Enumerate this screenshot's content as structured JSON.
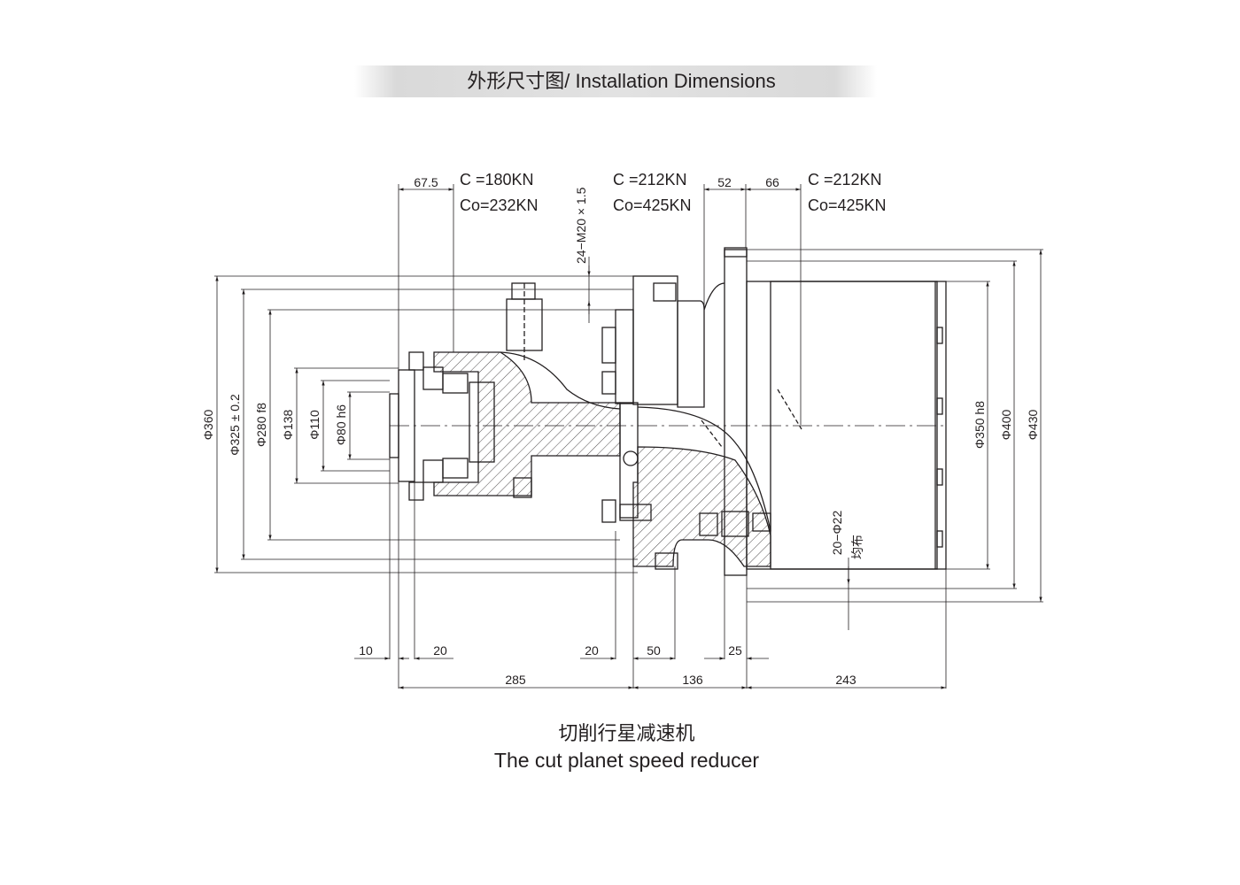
{
  "header": {
    "title": "外形尺寸图/ Installation Dimensions"
  },
  "caption": {
    "cn": "切削行星减速机",
    "en": "The cut planet speed reducer"
  },
  "specs": [
    {
      "c": "C  =180KN",
      "co": "Co=232KN"
    },
    {
      "c": "C  =212KN",
      "co": "Co=425KN"
    },
    {
      "c": "C  =212KN",
      "co": "Co=425KN"
    }
  ],
  "dims_top": {
    "d675": "67.5",
    "d52": "52",
    "d66": "66",
    "thread": "24−M20 × 1.5"
  },
  "dims_left": {
    "d360": "Φ360",
    "d325": "Φ325 ± 0.2",
    "d280": "Φ280 f8",
    "d138": "Φ138",
    "d110": "Φ110",
    "d80": "Φ80 h6"
  },
  "dims_right": {
    "d350": "Φ350  h8",
    "d400": "Φ400",
    "d430": "Φ430"
  },
  "holes": {
    "count": "20−Φ22",
    "note": "均布"
  },
  "dims_bottom": {
    "d10": "10",
    "d20a": "20",
    "d20b": "20",
    "d50": "50",
    "d25": "25",
    "d285": "285",
    "d136": "136",
    "d243": "243"
  }
}
